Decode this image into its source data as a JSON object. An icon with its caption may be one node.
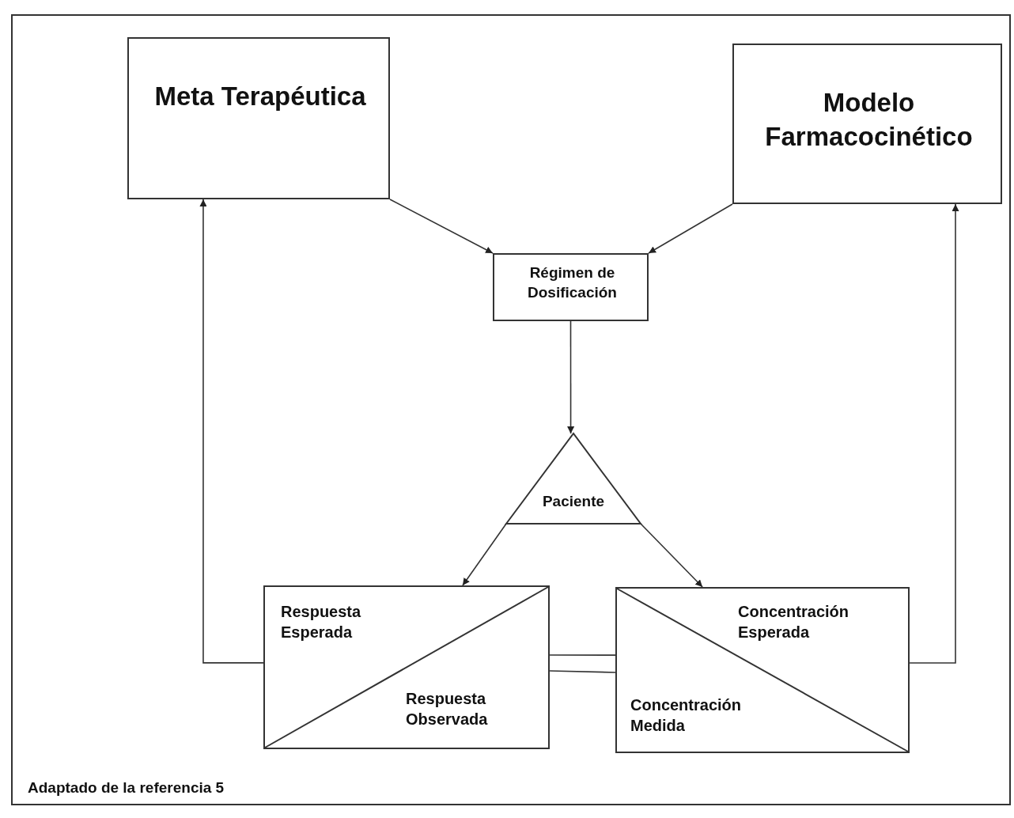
{
  "diagram": {
    "caption": "Adaptado de la referencia 5",
    "nodes": [
      {
        "text": [
          "Meta Terapéutica"
        ]
      },
      {
        "text": [
          "Modelo Farmacocinético"
        ]
      },
      {
        "text": [
          "Régimen de Dosificación"
        ]
      },
      {
        "text": [
          "Paciente"
        ]
      },
      {
        "text": [
          "Respuesta Esperada",
          "Respuesta Observada"
        ]
      },
      {
        "text": [
          "Concentración Esperada",
          "Concentración Medida"
        ]
      }
    ],
    "edges": [
      {
        "from": 0,
        "to": 2,
        "arrow": "to"
      },
      {
        "from": 1,
        "to": 2,
        "arrow": "to"
      },
      {
        "from": 2,
        "to": 3,
        "arrow": "to"
      },
      {
        "from": 3,
        "to": 4,
        "arrow": "to"
      },
      {
        "from": 3,
        "to": 5,
        "arrow": "to"
      },
      {
        "from": 4,
        "to": 0,
        "arrow": "to"
      },
      {
        "from": 5,
        "to": 1,
        "arrow": "to"
      },
      {
        "from": 4,
        "to": 5,
        "arrow": "none"
      },
      {
        "from": 4,
        "to": 5,
        "arrow": "none"
      }
    ]
  }
}
